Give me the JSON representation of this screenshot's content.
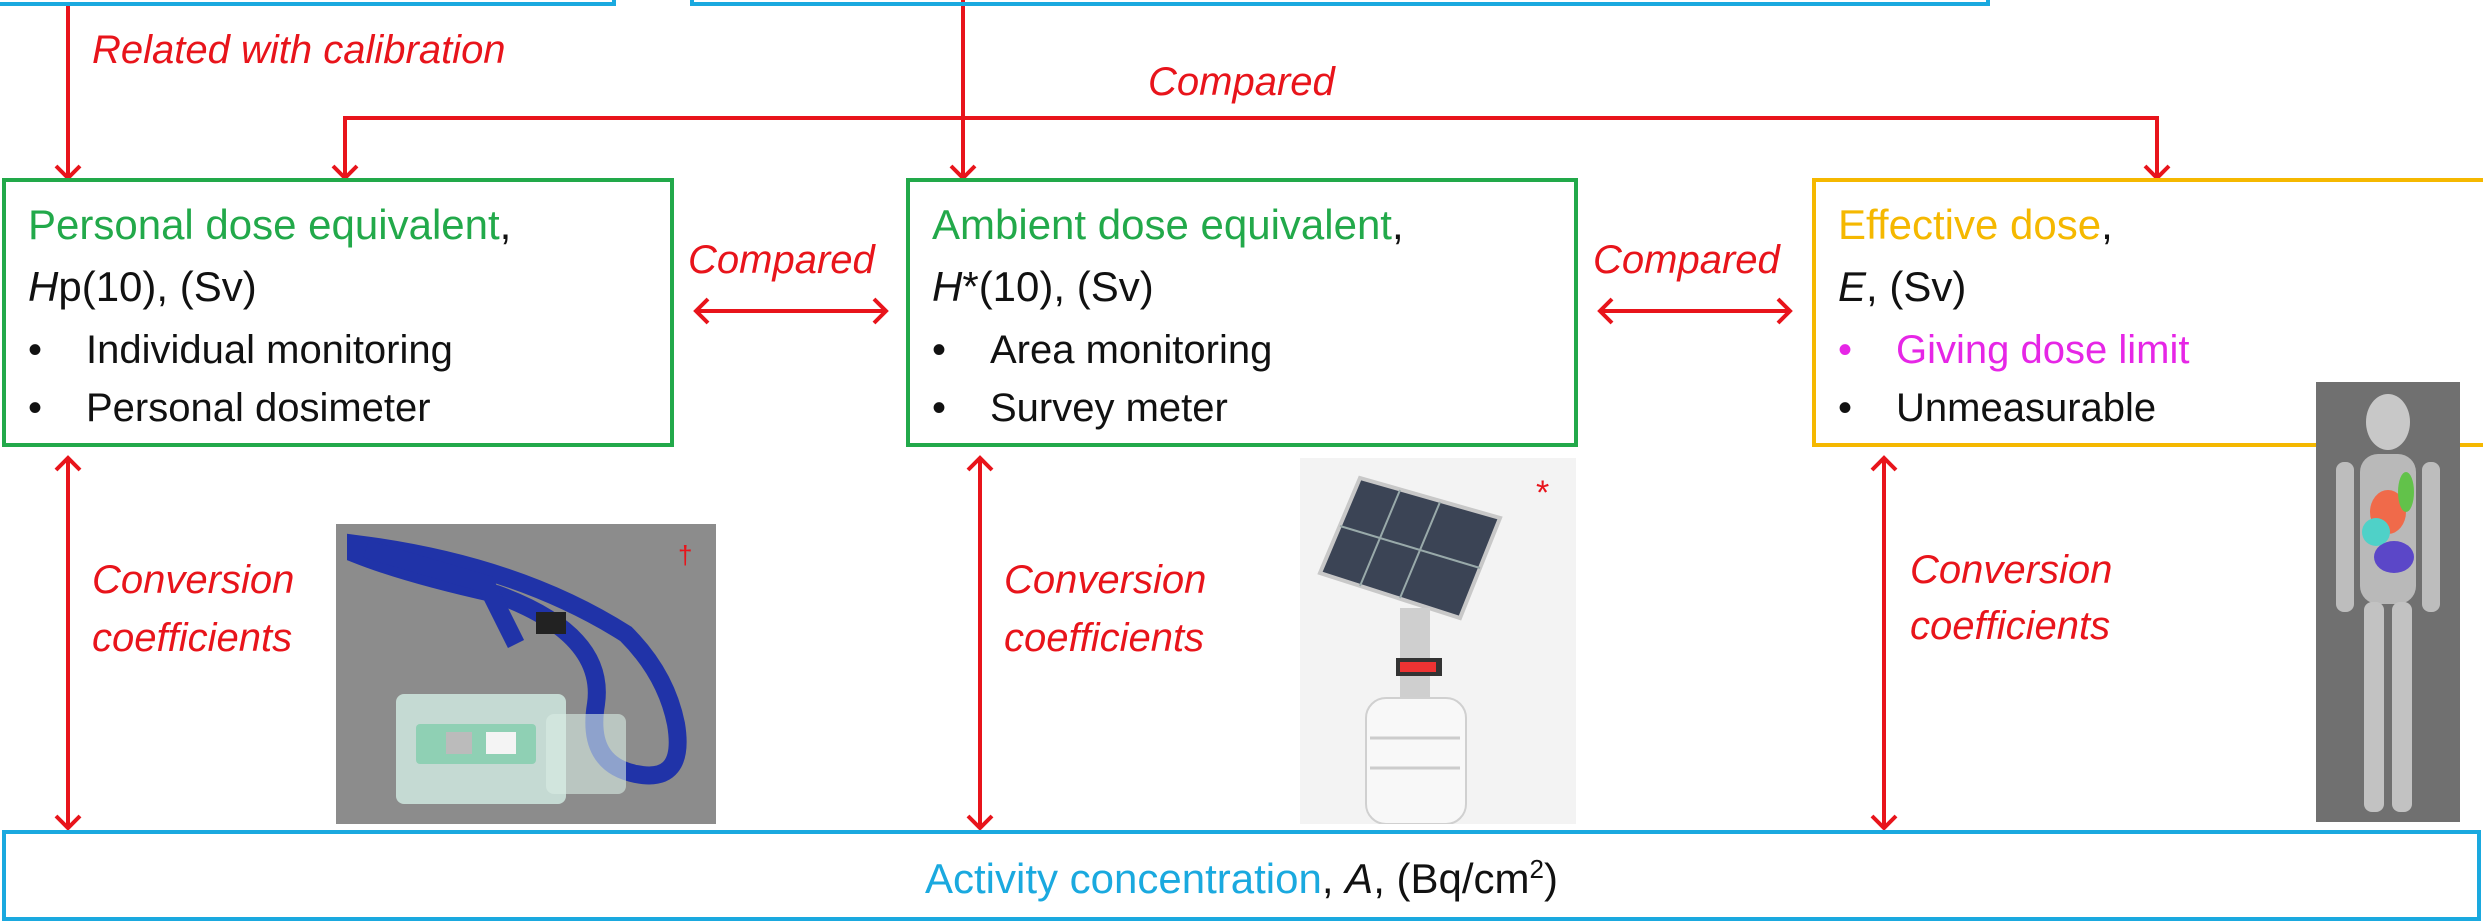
{
  "colors": {
    "arrow": "#e8141b",
    "green": "#22a94a",
    "blue": "#1aa9df",
    "orange": "#f5b800",
    "magenta": "#e626e6"
  },
  "labels": {
    "related_calibration": "Related with calibration",
    "compared_top": "Compared",
    "compared_left": "Compared",
    "compared_right": "Compared",
    "conversion_1a": "Conversion",
    "conversion_1b": "coefficients",
    "conversion_2a": "Conversion",
    "conversion_2b": "coefficients",
    "conversion_3a": "Conversion",
    "conversion_3b": "coefficients"
  },
  "personal": {
    "title": "Personal dose equivalent",
    "comma": ",",
    "symbol_italic": "H",
    "symbol_rest": "p(10), (Sv)",
    "bullets": [
      "Individual monitoring",
      "Personal dosimeter"
    ]
  },
  "ambient": {
    "title": "Ambient dose equivalent",
    "comma": ",",
    "symbol_italic": "H",
    "symbol_rest": "*(10), (Sv)",
    "bullets": [
      "Area monitoring",
      "Survey meter"
    ]
  },
  "effective": {
    "title": "Effective dose",
    "comma": ",",
    "symbol_italic": "E",
    "symbol_rest": ", (Sv)",
    "bullets": [
      "Giving dose limit",
      "Unmeasurable"
    ],
    "bullet_glyph": "•"
  },
  "activity": {
    "title": "Activity concentration",
    "comma": ", ",
    "symbol_italic": "A",
    "unit_prefix": ", (Bq/cm",
    "unit_sup": "2",
    "unit_suffix": ")"
  },
  "photos": {
    "dosimeter_mark": "†",
    "meter_mark": "*"
  }
}
